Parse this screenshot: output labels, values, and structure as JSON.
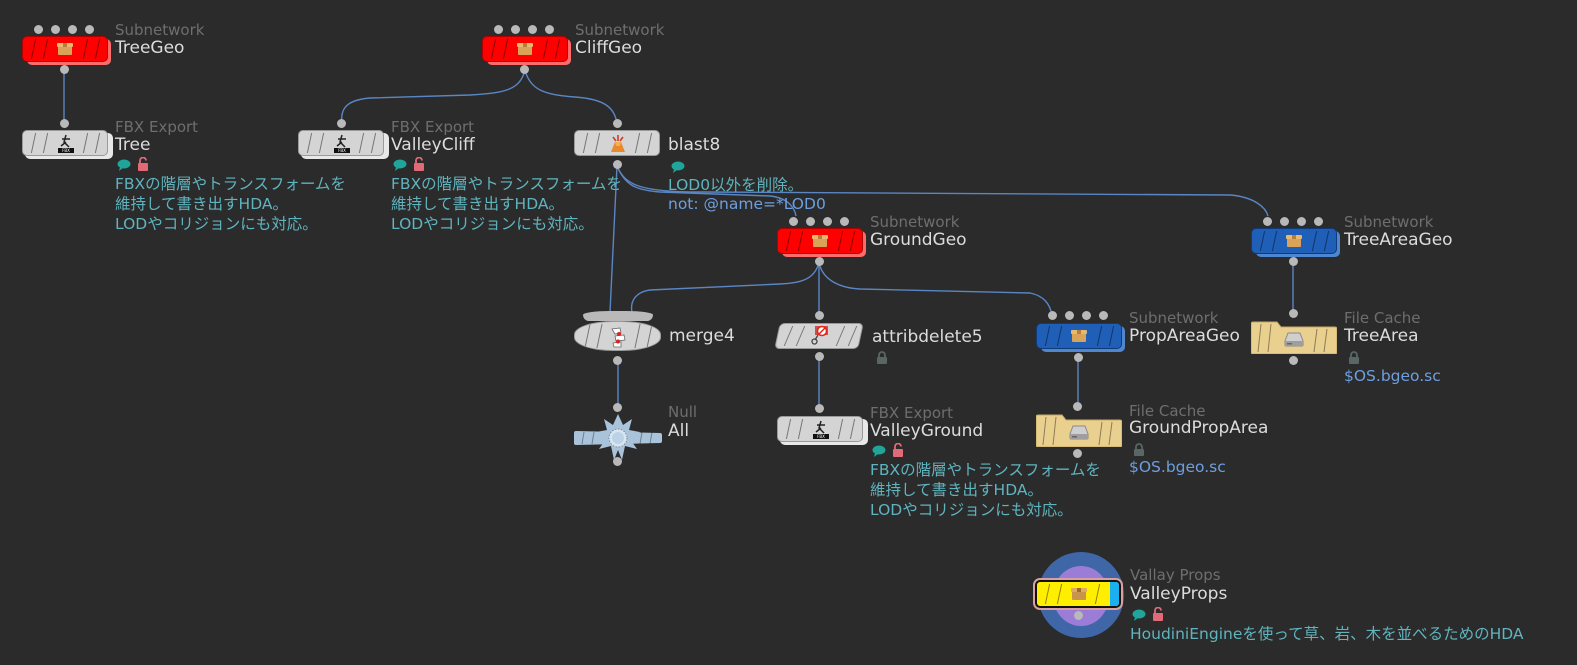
{
  "colors": {
    "background": "#2b2b2b",
    "wire": "#5a86c4",
    "subnet_red": "#ff0000",
    "subnet_blue": "#1f5fb7",
    "sop_gray": "#d4d4d4",
    "filecache_tan": "#e9d08e",
    "null_blue": "#a9c3da",
    "comment_text": "#5fb4bf",
    "param_text": "#6d9fe0",
    "hda_yellow": "#ffee00"
  },
  "nodes": {
    "treegeo": {
      "type": "Subnetwork",
      "name": "TreeGeo",
      "icon": "box-icon",
      "color": "red"
    },
    "tree": {
      "type": "FBX Export",
      "name": "Tree",
      "icon": "fbx-export-icon",
      "badges": [
        "comment-icon",
        "unlock-icon"
      ],
      "comment": [
        "FBXの階層やトランスフォームを",
        "維持して書き出すHDA。",
        "LODやコリジョンにも対応。"
      ]
    },
    "cliffgeo": {
      "type": "Subnetwork",
      "name": "CliffGeo",
      "icon": "box-icon",
      "color": "red"
    },
    "valleycliff": {
      "type": "FBX Export",
      "name": "ValleyCliff",
      "icon": "fbx-export-icon",
      "badges": [
        "comment-icon",
        "unlock-icon"
      ],
      "comment": [
        "FBXの階層やトランスフォームを",
        "維持して書き出すHDA。",
        "LODやコリジョンにも対応。"
      ]
    },
    "blast8": {
      "type": "",
      "name": "blast8",
      "icon": "blast-icon",
      "badges": [
        "comment-icon"
      ],
      "comment": [
        "LOD0以外を削除。"
      ],
      "param": "not: @name=*LOD0"
    },
    "groundgeo": {
      "type": "Subnetwork",
      "name": "GroundGeo",
      "icon": "box-icon",
      "color": "red"
    },
    "treeareageo": {
      "type": "Subnetwork",
      "name": "TreeAreaGeo",
      "icon": "box-icon",
      "color": "blue"
    },
    "merge4": {
      "type": "",
      "name": "merge4",
      "icon": "merge-icon"
    },
    "attribdelete5": {
      "type": "",
      "name": "attribdelete5",
      "icon": "attribdelete-icon",
      "badges": [
        "lock-icon"
      ]
    },
    "propareageo": {
      "type": "Subnetwork",
      "name": "PropAreaGeo",
      "icon": "box-icon",
      "color": "blue"
    },
    "treearea": {
      "type": "File Cache",
      "name": "TreeArea",
      "icon": "disk-icon",
      "badges": [
        "lock-icon"
      ],
      "param": "$OS.bgeo.sc"
    },
    "all": {
      "type": "Null",
      "name": "All",
      "icon": "null-icon"
    },
    "valleyground": {
      "type": "FBX Export",
      "name": "ValleyGround",
      "icon": "fbx-export-icon",
      "badges": [
        "comment-icon",
        "unlock-icon"
      ],
      "comment": [
        "FBXの階層やトランスフォームを",
        "維持して書き出すHDA。",
        "LODやコリジョンにも対応。"
      ]
    },
    "groundproparea": {
      "type": "File Cache",
      "name": "GroundPropArea",
      "icon": "disk-icon",
      "badges": [
        "lock-icon"
      ],
      "param": "$OS.bgeo.sc"
    },
    "valleyprops": {
      "type": "Vallay Props",
      "name": "ValleyProps",
      "icon": "box-icon",
      "badges": [
        "comment-icon",
        "unlock-icon"
      ],
      "comment": [
        "HoudiniEngineを使って草、岩、木を並べるためのHDA"
      ]
    }
  },
  "connections": [
    [
      "treegeo",
      "tree"
    ],
    [
      "cliffgeo",
      "valleycliff"
    ],
    [
      "cliffgeo",
      "blast8"
    ],
    [
      "blast8",
      "groundgeo"
    ],
    [
      "blast8",
      "treeareageo"
    ],
    [
      "blast8",
      "merge4"
    ],
    [
      "groundgeo",
      "merge4"
    ],
    [
      "groundgeo",
      "attribdelete5"
    ],
    [
      "groundgeo",
      "propareageo"
    ],
    [
      "treeareageo",
      "treearea"
    ],
    [
      "merge4",
      "all"
    ],
    [
      "attribdelete5",
      "valleyground"
    ],
    [
      "propareageo",
      "groundproparea"
    ]
  ]
}
